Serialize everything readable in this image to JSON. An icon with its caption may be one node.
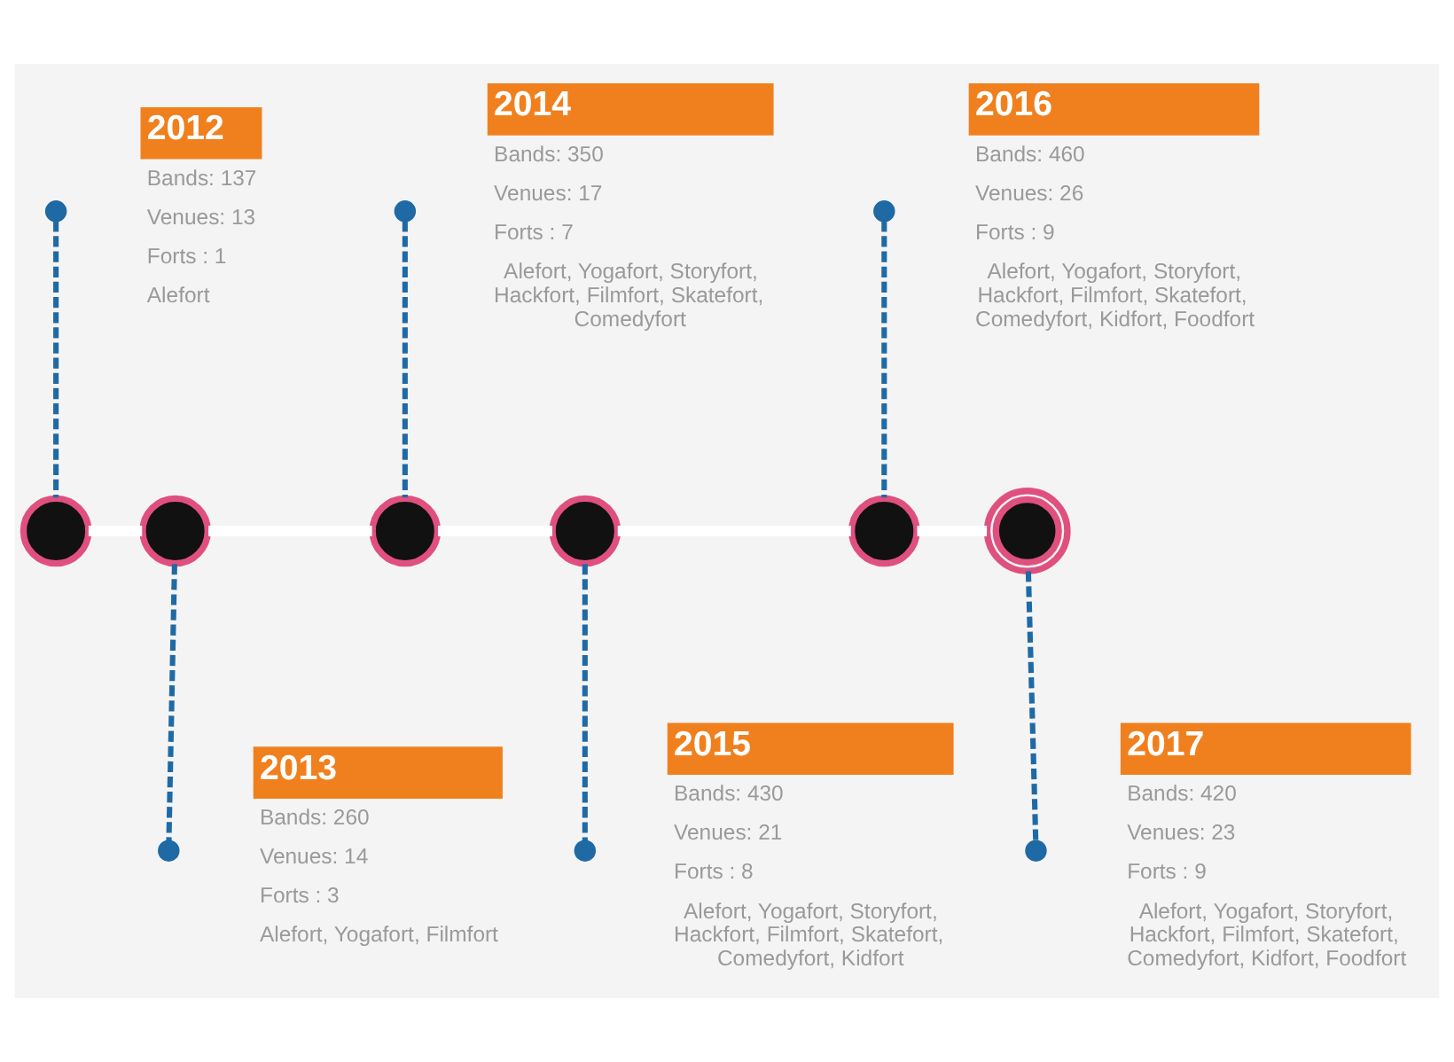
{
  "diagram": {
    "nodes": [
      {
        "text": [],
        "shape": "circle"
      },
      {
        "text": [],
        "shape": "circle"
      },
      {
        "text": [
          "2012"
        ],
        "beside": [
          "Bands: 137",
          "Venues: 13",
          "Forts : 1",
          "Alefort"
        ]
      },
      {
        "text": [],
        "shape": "circle"
      },
      {
        "text": [],
        "shape": "circle"
      },
      {
        "text": [
          "2013"
        ],
        "beside": [
          "Bands: 260",
          "Venues: 14",
          "Forts : 3",
          "Alefort, Yogafort, Filmfort"
        ]
      },
      {
        "text": [],
        "shape": "circle"
      },
      {
        "text": [],
        "shape": "circle"
      },
      {
        "text": [
          "2014"
        ],
        "beside": [
          "Bands: 350",
          "Venues: 17",
          "Forts : 7",
          "Alefort, Yogafort, Storyfort, Hackfort, Filmfort, Skatefort, Comedyfort"
        ]
      },
      {
        "text": [],
        "shape": "circle"
      },
      {
        "text": [],
        "shape": "circle"
      },
      {
        "text": [
          "2015"
        ],
        "beside": [
          "Bands: 430",
          "Venues: 21",
          "Forts : 8",
          "Alefort, Yogafort, Storyfort, Hackfort, Filmfort, Skatefort, Comedyfort, Kidfort"
        ]
      },
      {
        "text": [],
        "shape": "circle"
      },
      {
        "text": [],
        "shape": "circle"
      },
      {
        "text": [
          "2016"
        ],
        "beside": [
          "Bands: 460",
          "Venues: 26",
          "Forts : 9",
          "Alefort, Yogafort, Storyfort, Hackfort, Filmfort, Skatefort, Comedyfort, Kidfort, Foodfort"
        ]
      },
      {
        "text": [],
        "shape": "circle"
      },
      {
        "text": [],
        "shape": "circle"
      },
      {
        "text": [
          "2017"
        ],
        "beside": [
          "Bands: 420",
          "Venues: 23",
          "Forts : 9",
          "Alefort, Yogafort, Storyfort, Hackfort, Filmfort, Skatefort, Comedyfort, Kidfort, Foodfort"
        ]
      }
    ],
    "edges": [
      {
        "from": 1,
        "to": 0,
        "arrow": "none",
        "style": "dashed"
      },
      {
        "from": 3,
        "to": 4,
        "arrow": "none",
        "style": "dashed"
      },
      {
        "from": 7,
        "to": 6,
        "arrow": "none",
        "style": "dashed"
      },
      {
        "from": 9,
        "to": 10,
        "arrow": "none",
        "style": "dashed"
      },
      {
        "from": 13,
        "to": 12,
        "arrow": "none",
        "style": "dashed"
      },
      {
        "from": 15,
        "to": 16,
        "arrow": "none",
        "style": "dashed"
      },
      {
        "from": 0,
        "to": 3,
        "arrow": "none",
        "style": "thick",
        "color": "#ffffff"
      },
      {
        "from": 3,
        "to": 6,
        "arrow": "none",
        "style": "thick",
        "color": "#ffffff"
      },
      {
        "from": 6,
        "to": 9,
        "arrow": "none",
        "style": "thick",
        "color": "#ffffff"
      },
      {
        "from": 9,
        "to": 12,
        "arrow": "none",
        "style": "thick",
        "color": "#ffffff"
      },
      {
        "from": 12,
        "to": 15,
        "arrow": "none",
        "style": "thick",
        "color": "#ffffff"
      }
    ]
  }
}
